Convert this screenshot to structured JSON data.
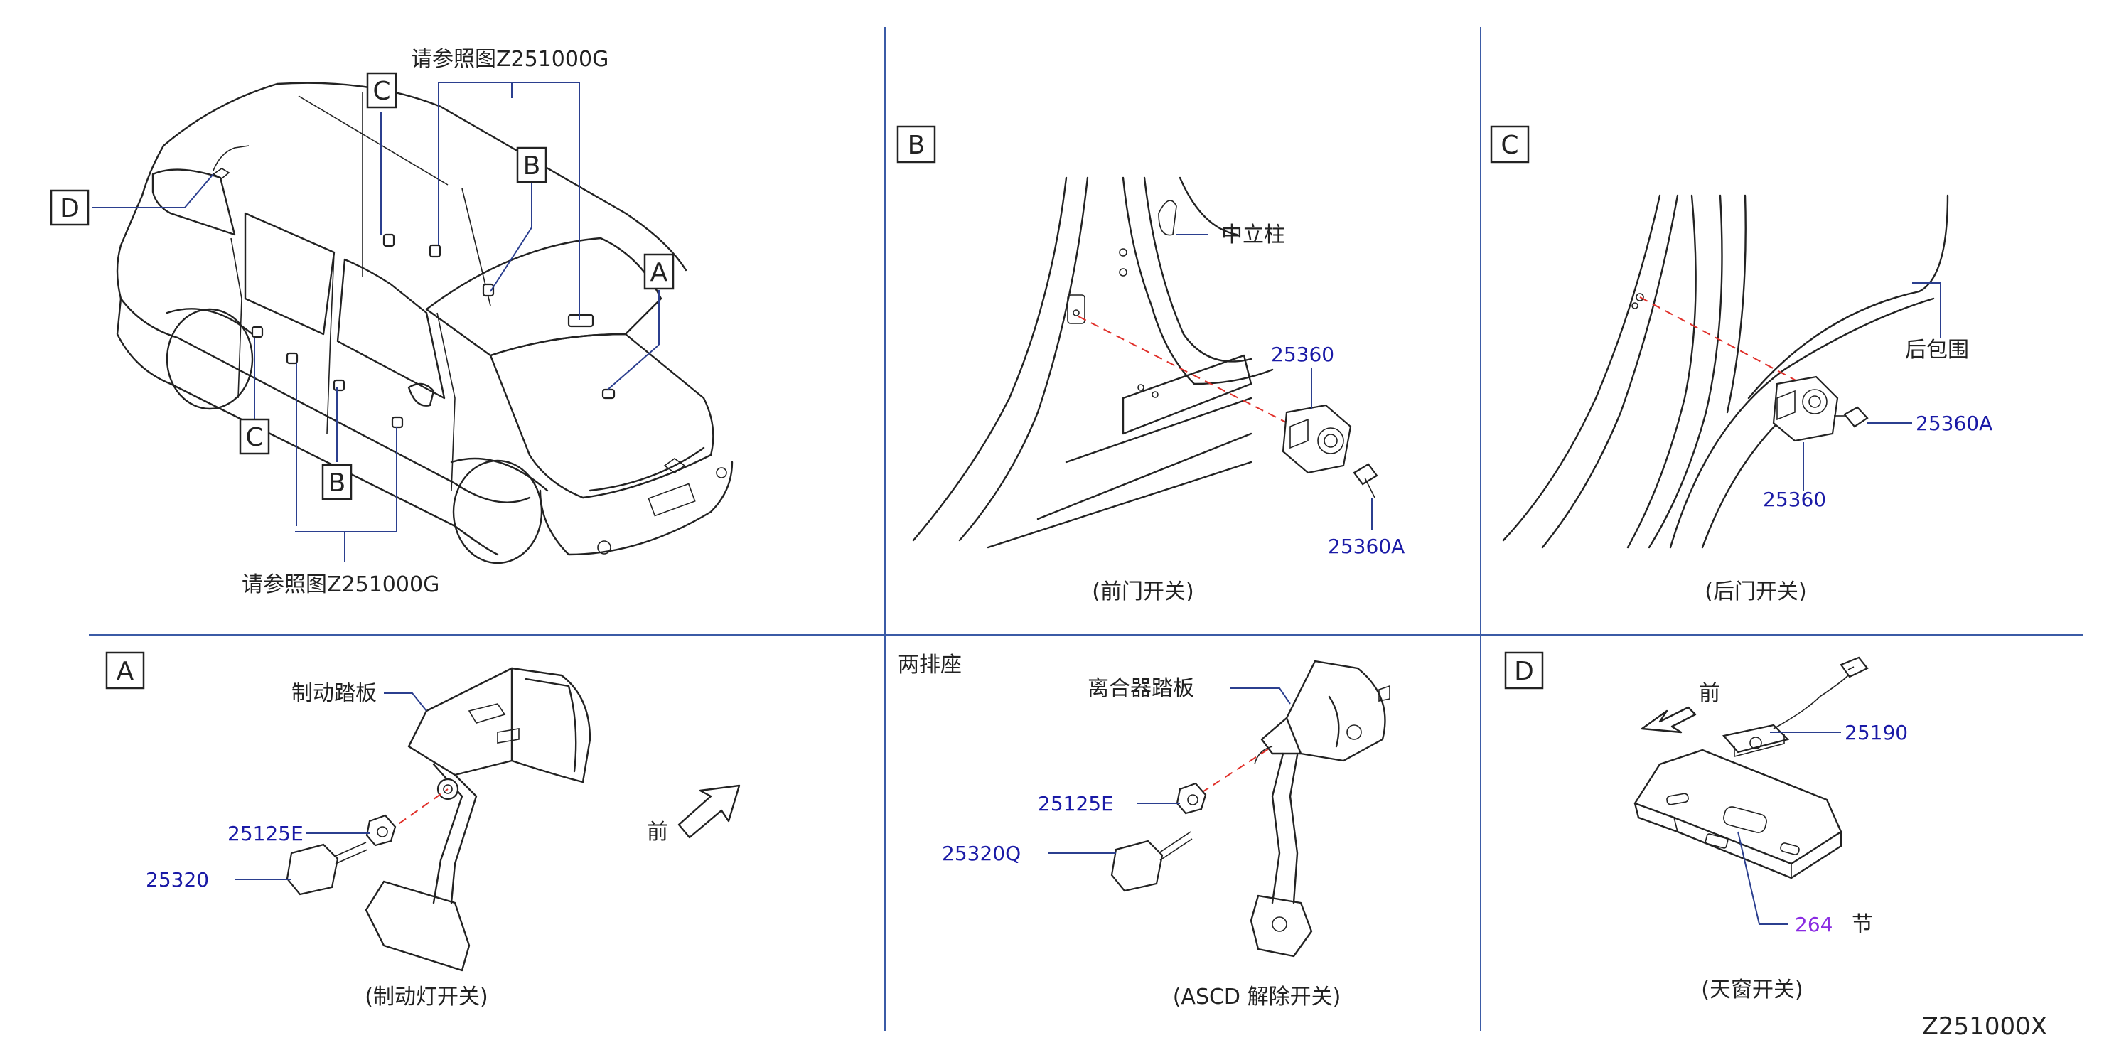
{
  "refs": {
    "top_ref": "请参照图Z251000G",
    "bottom_ref": "请参照图Z251000G"
  },
  "callouts": {
    "car": {
      "A": "A",
      "B1": "B",
      "B2": "B",
      "C1": "C",
      "C2": "C",
      "D": "D"
    },
    "panel_B": "B",
    "panel_C": "C",
    "panel_A": "A",
    "panel_D": "D"
  },
  "panel_B": {
    "label_pillar": "中立柱",
    "part_switch": "25360",
    "part_screw": "25360A",
    "caption": "(前门开关)"
  },
  "panel_C": {
    "label_wheelhouse": "后包围",
    "part_switch": "25360",
    "part_screw": "25360A",
    "caption": "(后门开关)"
  },
  "panel_A": {
    "label_pedal": "制动踏板",
    "part_stopper": "25125E",
    "part_switch": "25320",
    "front": "前",
    "caption": "(制动灯开关)"
  },
  "panel_clutch": {
    "header": "两排座",
    "label_pedal": "离合器踏板",
    "part_stopper": "25125E",
    "part_switch": "25320Q",
    "caption": "(ASCD   解除开关)"
  },
  "panel_D": {
    "front": "前",
    "part_switch": "25190",
    "part_section": "264",
    "section_word": "节",
    "caption": "(天窗开关)"
  },
  "diagram_id": "Z251000X",
  "colors": {
    "part_number": "#1a1aa6",
    "section_number": "#8a2be2",
    "leader": "#2b3f8f",
    "dashed": "#e0302a",
    "separator": "#3b5ba6"
  }
}
